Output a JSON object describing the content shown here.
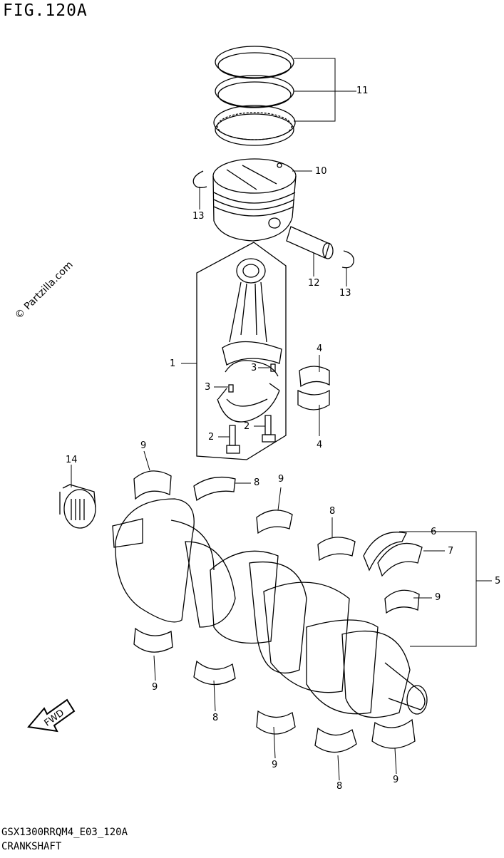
{
  "figure": {
    "title": "FIG.120A",
    "code": "GSX1300RRQM4_E03_120A",
    "name": "CRANKSHAFT",
    "watermark": "© Partzilla.com",
    "direction_label": "FWD"
  },
  "callouts": [
    {
      "id": "c11",
      "label": "11"
    },
    {
      "id": "c10",
      "label": "10"
    },
    {
      "id": "c13a",
      "label": "13"
    },
    {
      "id": "c12",
      "label": "12"
    },
    {
      "id": "c13b",
      "label": "13"
    },
    {
      "id": "c1",
      "label": "1"
    },
    {
      "id": "c3a",
      "label": "3"
    },
    {
      "id": "c3b",
      "label": "3"
    },
    {
      "id": "c2a",
      "label": "2"
    },
    {
      "id": "c2b",
      "label": "2"
    },
    {
      "id": "c4a",
      "label": "4"
    },
    {
      "id": "c4b",
      "label": "4"
    },
    {
      "id": "c14",
      "label": "14"
    },
    {
      "id": "c9a",
      "label": "9"
    },
    {
      "id": "c8a",
      "label": "8"
    },
    {
      "id": "c9b",
      "label": "9"
    },
    {
      "id": "c8b",
      "label": "8"
    },
    {
      "id": "c6",
      "label": "6"
    },
    {
      "id": "c7",
      "label": "7"
    },
    {
      "id": "c5",
      "label": "5"
    },
    {
      "id": "c9c",
      "label": "9"
    },
    {
      "id": "c9d",
      "label": "9"
    },
    {
      "id": "c8c",
      "label": "8"
    },
    {
      "id": "c9e",
      "label": "9"
    },
    {
      "id": "c8d",
      "label": "8"
    },
    {
      "id": "c9f",
      "label": "9"
    }
  ]
}
